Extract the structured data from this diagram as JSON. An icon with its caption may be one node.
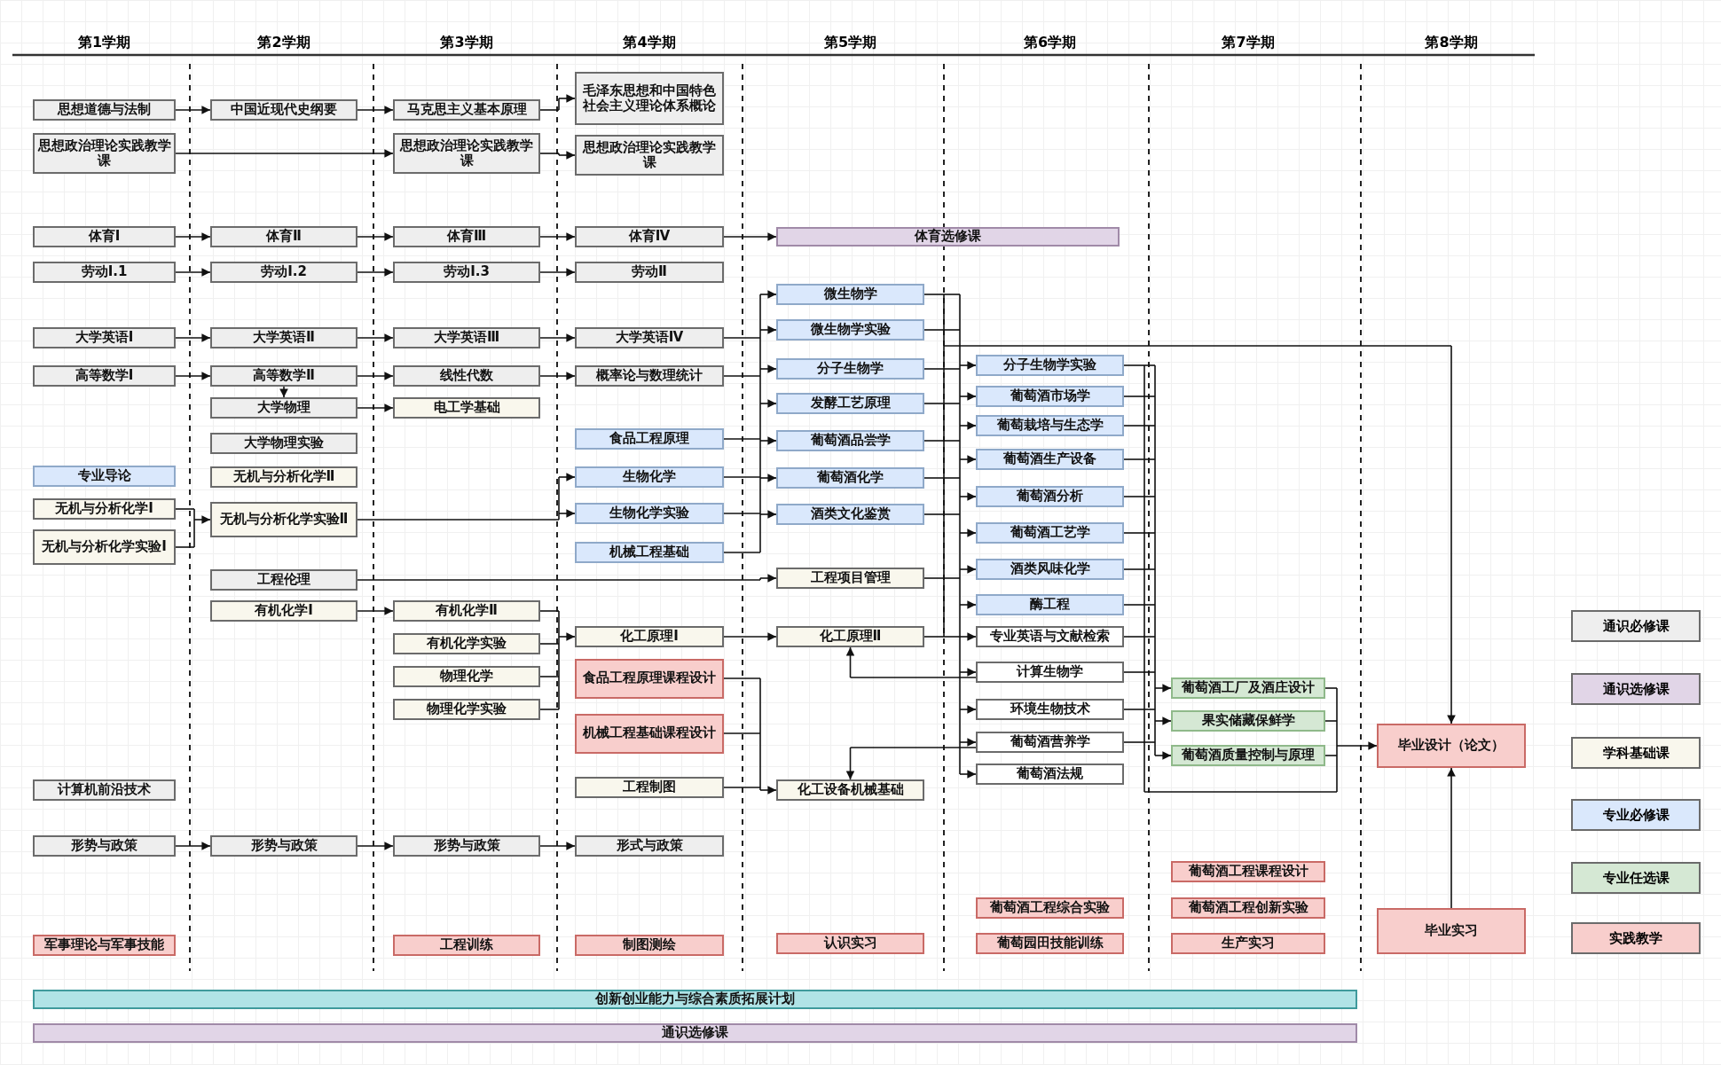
{
  "diagram": {
    "nodes": [
      {
        "text": [
          "思想道德与法制"
        ]
      },
      {
        "text": [
          "思想政治理论实践教学课"
        ]
      },
      {
        "text": [
          "体育Ⅰ"
        ]
      },
      {
        "text": [
          "劳动Ⅰ.1"
        ]
      },
      {
        "text": [
          "大学英语Ⅰ"
        ]
      },
      {
        "text": [
          "高等数学Ⅰ"
        ]
      },
      {
        "text": [
          "专业导论"
        ]
      },
      {
        "text": [
          "无机与分析化学Ⅰ"
        ]
      },
      {
        "text": [
          "无机与分析化学实验Ⅰ"
        ]
      },
      {
        "text": [
          "计算机前沿技术"
        ]
      },
      {
        "text": [
          "形势与政策"
        ]
      },
      {
        "text": [
          "军事理论与军事技能"
        ]
      },
      {
        "text": [
          "中国近现代史纲要"
        ]
      },
      {
        "text": [
          "体育Ⅱ"
        ]
      },
      {
        "text": [
          "劳动Ⅰ.2"
        ]
      },
      {
        "text": [
          "大学英语Ⅱ"
        ]
      },
      {
        "text": [
          "高等数学Ⅱ"
        ]
      },
      {
        "text": [
          "大学物理"
        ]
      },
      {
        "text": [
          "大学物理实验"
        ]
      },
      {
        "text": [
          "无机与分析化学Ⅱ"
        ]
      },
      {
        "text": [
          "无机与分析化学实验Ⅱ"
        ]
      },
      {
        "text": [
          "工程伦理"
        ]
      },
      {
        "text": [
          "有机化学Ⅰ"
        ]
      },
      {
        "text": [
          "形势与政策"
        ]
      },
      {
        "text": [
          "马克思主义基本原理"
        ]
      },
      {
        "text": [
          "思想政治理论实践教学课"
        ]
      },
      {
        "text": [
          "体育Ⅲ"
        ]
      },
      {
        "text": [
          "劳动Ⅰ.3"
        ]
      },
      {
        "text": [
          "大学英语Ⅲ"
        ]
      },
      {
        "text": [
          "线性代数"
        ]
      },
      {
        "text": [
          "电工学基础"
        ]
      },
      {
        "text": [
          "有机化学Ⅱ"
        ]
      },
      {
        "text": [
          "有机化学实验"
        ]
      },
      {
        "text": [
          "物理化学"
        ]
      },
      {
        "text": [
          "物理化学实验"
        ]
      },
      {
        "text": [
          "形势与政策"
        ]
      },
      {
        "text": [
          "工程训练"
        ]
      },
      {
        "text": [
          "毛泽东思想和中国特色社会主义理论体系概论"
        ]
      },
      {
        "text": [
          "思想政治理论实践教学课"
        ]
      },
      {
        "text": [
          "体育Ⅳ"
        ]
      },
      {
        "text": [
          "劳动Ⅱ"
        ]
      },
      {
        "text": [
          "大学英语Ⅳ"
        ]
      },
      {
        "text": [
          "概率论与数理统计"
        ]
      },
      {
        "text": [
          "食品工程原理"
        ]
      },
      {
        "text": [
          "生物化学"
        ]
      },
      {
        "text": [
          "生物化学实验"
        ]
      },
      {
        "text": [
          "机械工程基础"
        ]
      },
      {
        "text": [
          "化工原理Ⅰ"
        ]
      },
      {
        "text": [
          "食品工程原理课程设计"
        ]
      },
      {
        "text": [
          "机械工程基础课程设计"
        ]
      },
      {
        "text": [
          "工程制图"
        ]
      },
      {
        "text": [
          "形式与政策"
        ]
      },
      {
        "text": [
          "制图测绘"
        ]
      },
      {
        "text": [
          "体育选修课"
        ]
      },
      {
        "text": [
          "微生物学"
        ]
      },
      {
        "text": [
          "微生物学实验"
        ]
      },
      {
        "text": [
          "分子生物学"
        ]
      },
      {
        "text": [
          "发酵工艺原理"
        ]
      },
      {
        "text": [
          "葡萄酒品尝学"
        ]
      },
      {
        "text": [
          "葡萄酒化学"
        ]
      },
      {
        "text": [
          "酒类文化鉴赏"
        ]
      },
      {
        "text": [
          "工程项目管理"
        ]
      },
      {
        "text": [
          "化工原理Ⅱ"
        ]
      },
      {
        "text": [
          "化工设备机械基础"
        ]
      },
      {
        "text": [
          "认识实习"
        ]
      },
      {
        "text": [
          "分子生物学实验"
        ]
      },
      {
        "text": [
          "葡萄酒市场学"
        ]
      },
      {
        "text": [
          "葡萄栽培与生态学"
        ]
      },
      {
        "text": [
          "葡萄酒生产设备"
        ]
      },
      {
        "text": [
          "葡萄酒分析"
        ]
      },
      {
        "text": [
          "葡萄酒工艺学"
        ]
      },
      {
        "text": [
          "酒类风味化学"
        ]
      },
      {
        "text": [
          "酶工程"
        ]
      },
      {
        "text": [
          "专业英语与文献检索"
        ]
      },
      {
        "text": [
          "计算生物学"
        ]
      },
      {
        "text": [
          "环境生物技术"
        ]
      },
      {
        "text": [
          "葡萄酒营养学"
        ]
      },
      {
        "text": [
          "葡萄酒法规"
        ]
      },
      {
        "text": [
          "葡萄酒工程综合实验"
        ]
      },
      {
        "text": [
          "葡萄园田技能训练"
        ]
      },
      {
        "text": [
          "葡萄酒工厂及酒庄设计"
        ]
      },
      {
        "text": [
          "果实储藏保鲜学"
        ]
      },
      {
        "text": [
          "葡萄酒质量控制与原理"
        ]
      },
      {
        "text": [
          "葡萄酒工程课程设计"
        ]
      },
      {
        "text": [
          "葡萄酒工程创新实验"
        ]
      },
      {
        "text": [
          "生产实习"
        ]
      },
      {
        "text": [
          "毕业设计（论文）"
        ]
      },
      {
        "text": [
          "毕业实习"
        ]
      },
      {
        "text": [
          "创新创业能力与综合素质拓展计划"
        ]
      },
      {
        "text": [
          "通识选修课"
        ]
      }
    ],
    "edges": [
      {
        "from": 0,
        "to": 12,
        "arrow": "to"
      },
      {
        "from": 12,
        "to": 24,
        "arrow": "to"
      },
      {
        "from": 24,
        "to": 37,
        "arrow": "to"
      },
      {
        "from": 1,
        "to": 25,
        "arrow": "to"
      },
      {
        "from": 25,
        "to": 38,
        "arrow": "to"
      },
      {
        "from": 2,
        "to": 13,
        "arrow": "to"
      },
      {
        "from": 13,
        "to": 26,
        "arrow": "to"
      },
      {
        "from": 26,
        "to": 39,
        "arrow": "to"
      },
      {
        "from": 39,
        "to": 53,
        "arrow": "to"
      },
      {
        "from": 3,
        "to": 14,
        "arrow": "to"
      },
      {
        "from": 14,
        "to": 27,
        "arrow": "to"
      },
      {
        "from": 27,
        "to": 40,
        "arrow": "to"
      },
      {
        "from": 4,
        "to": 15,
        "arrow": "to"
      },
      {
        "from": 15,
        "to": 28,
        "arrow": "to"
      },
      {
        "from": 28,
        "to": 41,
        "arrow": "to"
      },
      {
        "from": 5,
        "to": 16,
        "arrow": "to"
      },
      {
        "from": 16,
        "to": 29,
        "arrow": "to"
      },
      {
        "from": 29,
        "to": 42,
        "arrow": "to"
      },
      {
        "from": 16,
        "to": 17,
        "arrow": "to"
      },
      {
        "from": 17,
        "to": 30,
        "arrow": "to"
      },
      {
        "from": 7,
        "to": 20,
        "arrow": "to"
      },
      {
        "from": 8,
        "to": 20,
        "arrow": "to"
      },
      {
        "from": 20,
        "to": 44,
        "arrow": "to"
      },
      {
        "from": 20,
        "to": 45,
        "arrow": "to"
      },
      {
        "from": 21,
        "to": 61,
        "arrow": "to"
      },
      {
        "from": 22,
        "to": 31,
        "arrow": "to"
      },
      {
        "from": 10,
        "to": 23,
        "arrow": "to"
      },
      {
        "from": 23,
        "to": 35,
        "arrow": "to"
      },
      {
        "from": 35,
        "to": 51,
        "arrow": "to"
      },
      {
        "from": 31,
        "to": 47,
        "arrow": "to"
      },
      {
        "from": 32,
        "to": 47,
        "arrow": "to"
      },
      {
        "from": 33,
        "to": 47,
        "arrow": "to"
      },
      {
        "from": 34,
        "to": 47,
        "arrow": "to"
      },
      {
        "from": 47,
        "to": 62,
        "arrow": "to"
      },
      {
        "from": 48,
        "to": 63,
        "arrow": "to"
      },
      {
        "from": 49,
        "to": 63,
        "arrow": "to"
      },
      {
        "from": 50,
        "to": 63,
        "arrow": "to"
      },
      {
        "from": 74,
        "to": 62,
        "arrow": "to"
      },
      {
        "from": 76,
        "to": 63,
        "arrow": "to"
      },
      {
        "from": 41,
        "to": 54,
        "arrow": "to"
      },
      {
        "from": 41,
        "to": 55,
        "arrow": "to"
      },
      {
        "from": 41,
        "to": 56,
        "arrow": "to"
      },
      {
        "from": 41,
        "to": 57,
        "arrow": "to"
      },
      {
        "from": 41,
        "to": 58,
        "arrow": "to"
      },
      {
        "from": 41,
        "to": 59,
        "arrow": "to"
      },
      {
        "from": 41,
        "to": 60,
        "arrow": "to"
      },
      {
        "from": 42,
        "to": 54,
        "arrow": "to"
      },
      {
        "from": 42,
        "to": 55,
        "arrow": "to"
      },
      {
        "from": 42,
        "to": 56,
        "arrow": "to"
      },
      {
        "from": 42,
        "to": 57,
        "arrow": "to"
      },
      {
        "from": 42,
        "to": 58,
        "arrow": "to"
      },
      {
        "from": 42,
        "to": 59,
        "arrow": "to"
      },
      {
        "from": 42,
        "to": 60,
        "arrow": "to"
      },
      {
        "from": 43,
        "to": 54,
        "arrow": "to"
      },
      {
        "from": 43,
        "to": 55,
        "arrow": "to"
      },
      {
        "from": 43,
        "to": 56,
        "arrow": "to"
      },
      {
        "from": 43,
        "to": 57,
        "arrow": "to"
      },
      {
        "from": 43,
        "to": 58,
        "arrow": "to"
      },
      {
        "from": 43,
        "to": 59,
        "arrow": "to"
      },
      {
        "from": 43,
        "to": 60,
        "arrow": "to"
      },
      {
        "from": 44,
        "to": 54,
        "arrow": "to"
      },
      {
        "from": 44,
        "to": 55,
        "arrow": "to"
      },
      {
        "from": 44,
        "to": 56,
        "arrow": "to"
      },
      {
        "from": 44,
        "to": 57,
        "arrow": "to"
      },
      {
        "from": 44,
        "to": 58,
        "arrow": "to"
      },
      {
        "from": 44,
        "to": 59,
        "arrow": "to"
      },
      {
        "from": 44,
        "to": 60,
        "arrow": "to"
      },
      {
        "from": 45,
        "to": 54,
        "arrow": "to"
      },
      {
        "from": 45,
        "to": 55,
        "arrow": "to"
      },
      {
        "from": 45,
        "to": 56,
        "arrow": "to"
      },
      {
        "from": 45,
        "to": 57,
        "arrow": "to"
      },
      {
        "from": 45,
        "to": 58,
        "arrow": "to"
      },
      {
        "from": 45,
        "to": 59,
        "arrow": "to"
      },
      {
        "from": 45,
        "to": 60,
        "arrow": "to"
      },
      {
        "from": 46,
        "to": 54,
        "arrow": "to"
      },
      {
        "from": 46,
        "to": 55,
        "arrow": "to"
      },
      {
        "from": 46,
        "to": 56,
        "arrow": "to"
      },
      {
        "from": 46,
        "to": 57,
        "arrow": "to"
      },
      {
        "from": 46,
        "to": 58,
        "arrow": "to"
      },
      {
        "from": 46,
        "to": 59,
        "arrow": "to"
      },
      {
        "from": 46,
        "to": 60,
        "arrow": "to"
      },
      {
        "from": 54,
        "to": 65,
        "arrow": "to"
      },
      {
        "from": 54,
        "to": 66,
        "arrow": "to"
      },
      {
        "from": 54,
        "to": 67,
        "arrow": "to"
      },
      {
        "from": 54,
        "to": 68,
        "arrow": "to"
      },
      {
        "from": 54,
        "to": 69,
        "arrow": "to"
      },
      {
        "from": 54,
        "to": 70,
        "arrow": "to"
      },
      {
        "from": 54,
        "to": 71,
        "arrow": "to"
      },
      {
        "from": 54,
        "to": 72,
        "arrow": "to"
      },
      {
        "from": 54,
        "to": 73,
        "arrow": "to"
      },
      {
        "from": 54,
        "to": 74,
        "arrow": "to"
      },
      {
        "from": 54,
        "to": 75,
        "arrow": "to"
      },
      {
        "from": 54,
        "to": 76,
        "arrow": "to"
      },
      {
        "from": 54,
        "to": 77,
        "arrow": "to"
      },
      {
        "from": 55,
        "to": 65,
        "arrow": "to"
      },
      {
        "from": 55,
        "to": 66,
        "arrow": "to"
      },
      {
        "from": 55,
        "to": 67,
        "arrow": "to"
      },
      {
        "from": 55,
        "to": 68,
        "arrow": "to"
      },
      {
        "from": 55,
        "to": 69,
        "arrow": "to"
      },
      {
        "from": 55,
        "to": 70,
        "arrow": "to"
      },
      {
        "from": 55,
        "to": 71,
        "arrow": "to"
      },
      {
        "from": 55,
        "to": 72,
        "arrow": "to"
      },
      {
        "from": 55,
        "to": 73,
        "arrow": "to"
      },
      {
        "from": 55,
        "to": 74,
        "arrow": "to"
      },
      {
        "from": 55,
        "to": 75,
        "arrow": "to"
      },
      {
        "from": 55,
        "to": 76,
        "arrow": "to"
      },
      {
        "from": 55,
        "to": 77,
        "arrow": "to"
      },
      {
        "from": 56,
        "to": 65,
        "arrow": "to"
      },
      {
        "from": 56,
        "to": 66,
        "arrow": "to"
      },
      {
        "from": 56,
        "to": 67,
        "arrow": "to"
      },
      {
        "from": 56,
        "to": 68,
        "arrow": "to"
      },
      {
        "from": 56,
        "to": 69,
        "arrow": "to"
      },
      {
        "from": 56,
        "to": 70,
        "arrow": "to"
      },
      {
        "from": 56,
        "to": 71,
        "arrow": "to"
      },
      {
        "from": 56,
        "to": 72,
        "arrow": "to"
      },
      {
        "from": 56,
        "to": 73,
        "arrow": "to"
      },
      {
        "from": 56,
        "to": 74,
        "arrow": "to"
      },
      {
        "from": 56,
        "to": 75,
        "arrow": "to"
      },
      {
        "from": 56,
        "to": 76,
        "arrow": "to"
      },
      {
        "from": 56,
        "to": 77,
        "arrow": "to"
      },
      {
        "from": 57,
        "to": 65,
        "arrow": "to"
      },
      {
        "from": 57,
        "to": 66,
        "arrow": "to"
      },
      {
        "from": 57,
        "to": 67,
        "arrow": "to"
      },
      {
        "from": 57,
        "to": 68,
        "arrow": "to"
      },
      {
        "from": 57,
        "to": 69,
        "arrow": "to"
      },
      {
        "from": 57,
        "to": 70,
        "arrow": "to"
      },
      {
        "from": 57,
        "to": 71,
        "arrow": "to"
      },
      {
        "from": 57,
        "to": 72,
        "arrow": "to"
      },
      {
        "from": 57,
        "to": 73,
        "arrow": "to"
      },
      {
        "from": 57,
        "to": 74,
        "arrow": "to"
      },
      {
        "from": 57,
        "to": 75,
        "arrow": "to"
      },
      {
        "from": 57,
        "to": 76,
        "arrow": "to"
      },
      {
        "from": 57,
        "to": 77,
        "arrow": "to"
      },
      {
        "from": 58,
        "to": 65,
        "arrow": "to"
      },
      {
        "from": 58,
        "to": 66,
        "arrow": "to"
      },
      {
        "from": 58,
        "to": 67,
        "arrow": "to"
      },
      {
        "from": 58,
        "to": 68,
        "arrow": "to"
      },
      {
        "from": 58,
        "to": 69,
        "arrow": "to"
      },
      {
        "from": 58,
        "to": 70,
        "arrow": "to"
      },
      {
        "from": 58,
        "to": 71,
        "arrow": "to"
      },
      {
        "from": 58,
        "to": 72,
        "arrow": "to"
      },
      {
        "from": 58,
        "to": 73,
        "arrow": "to"
      },
      {
        "from": 58,
        "to": 74,
        "arrow": "to"
      },
      {
        "from": 58,
        "to": 75,
        "arrow": "to"
      },
      {
        "from": 58,
        "to": 76,
        "arrow": "to"
      },
      {
        "from": 58,
        "to": 77,
        "arrow": "to"
      },
      {
        "from": 59,
        "to": 65,
        "arrow": "to"
      },
      {
        "from": 59,
        "to": 66,
        "arrow": "to"
      },
      {
        "from": 59,
        "to": 67,
        "arrow": "to"
      },
      {
        "from": 59,
        "to": 68,
        "arrow": "to"
      },
      {
        "from": 59,
        "to": 69,
        "arrow": "to"
      },
      {
        "from": 59,
        "to": 70,
        "arrow": "to"
      },
      {
        "from": 59,
        "to": 71,
        "arrow": "to"
      },
      {
        "from": 59,
        "to": 72,
        "arrow": "to"
      },
      {
        "from": 59,
        "to": 73,
        "arrow": "to"
      },
      {
        "from": 59,
        "to": 74,
        "arrow": "to"
      },
      {
        "from": 59,
        "to": 75,
        "arrow": "to"
      },
      {
        "from": 59,
        "to": 76,
        "arrow": "to"
      },
      {
        "from": 59,
        "to": 77,
        "arrow": "to"
      },
      {
        "from": 60,
        "to": 65,
        "arrow": "to"
      },
      {
        "from": 60,
        "to": 66,
        "arrow": "to"
      },
      {
        "from": 60,
        "to": 67,
        "arrow": "to"
      },
      {
        "from": 60,
        "to": 68,
        "arrow": "to"
      },
      {
        "from": 60,
        "to": 69,
        "arrow": "to"
      },
      {
        "from": 60,
        "to": 70,
        "arrow": "to"
      },
      {
        "from": 60,
        "to": 71,
        "arrow": "to"
      },
      {
        "from": 60,
        "to": 72,
        "arrow": "to"
      },
      {
        "from": 60,
        "to": 73,
        "arrow": "to"
      },
      {
        "from": 60,
        "to": 74,
        "arrow": "to"
      },
      {
        "from": 60,
        "to": 75,
        "arrow": "to"
      },
      {
        "from": 60,
        "to": 76,
        "arrow": "to"
      },
      {
        "from": 60,
        "to": 77,
        "arrow": "to"
      },
      {
        "from": 61,
        "to": 65,
        "arrow": "to"
      },
      {
        "from": 61,
        "to": 66,
        "arrow": "to"
      },
      {
        "from": 61,
        "to": 67,
        "arrow": "to"
      },
      {
        "from": 61,
        "to": 68,
        "arrow": "to"
      },
      {
        "from": 61,
        "to": 69,
        "arrow": "to"
      },
      {
        "from": 61,
        "to": 70,
        "arrow": "to"
      },
      {
        "from": 61,
        "to": 71,
        "arrow": "to"
      },
      {
        "from": 61,
        "to": 72,
        "arrow": "to"
      },
      {
        "from": 61,
        "to": 73,
        "arrow": "to"
      },
      {
        "from": 61,
        "to": 74,
        "arrow": "to"
      },
      {
        "from": 61,
        "to": 75,
        "arrow": "to"
      },
      {
        "from": 61,
        "to": 76,
        "arrow": "to"
      },
      {
        "from": 61,
        "to": 77,
        "arrow": "to"
      },
      {
        "from": 62,
        "to": 65,
        "arrow": "to"
      },
      {
        "from": 62,
        "to": 66,
        "arrow": "to"
      },
      {
        "from": 62,
        "to": 67,
        "arrow": "to"
      },
      {
        "from": 62,
        "to": 68,
        "arrow": "to"
      },
      {
        "from": 62,
        "to": 69,
        "arrow": "to"
      },
      {
        "from": 62,
        "to": 70,
        "arrow": "to"
      },
      {
        "from": 62,
        "to": 71,
        "arrow": "to"
      },
      {
        "from": 62,
        "to": 72,
        "arrow": "to"
      },
      {
        "from": 62,
        "to": 73,
        "arrow": "to"
      },
      {
        "from": 62,
        "to": 74,
        "arrow": "to"
      },
      {
        "from": 62,
        "to": 75,
        "arrow": "to"
      },
      {
        "from": 62,
        "to": 76,
        "arrow": "to"
      },
      {
        "from": 62,
        "to": 77,
        "arrow": "to"
      },
      {
        "from": 54,
        "to": 86,
        "arrow": "to"
      },
      {
        "from": 55,
        "to": 86,
        "arrow": "to"
      },
      {
        "from": 56,
        "to": 86,
        "arrow": "to"
      },
      {
        "from": 57,
        "to": 86,
        "arrow": "to"
      },
      {
        "from": 58,
        "to": 86,
        "arrow": "to"
      },
      {
        "from": 59,
        "to": 86,
        "arrow": "to"
      },
      {
        "from": 60,
        "to": 86,
        "arrow": "to"
      },
      {
        "from": 61,
        "to": 86,
        "arrow": "to"
      },
      {
        "from": 62,
        "to": 86,
        "arrow": "to"
      },
      {
        "from": 65,
        "to": 80,
        "arrow": "to"
      },
      {
        "from": 65,
        "to": 81,
        "arrow": "to"
      },
      {
        "from": 65,
        "to": 82,
        "arrow": "to"
      },
      {
        "from": 66,
        "to": 80,
        "arrow": "to"
      },
      {
        "from": 66,
        "to": 81,
        "arrow": "to"
      },
      {
        "from": 66,
        "to": 82,
        "arrow": "to"
      },
      {
        "from": 67,
        "to": 80,
        "arrow": "to"
      },
      {
        "from": 67,
        "to": 81,
        "arrow": "to"
      },
      {
        "from": 67,
        "to": 82,
        "arrow": "to"
      },
      {
        "from": 68,
        "to": 80,
        "arrow": "to"
      },
      {
        "from": 68,
        "to": 81,
        "arrow": "to"
      },
      {
        "from": 68,
        "to": 82,
        "arrow": "to"
      },
      {
        "from": 69,
        "to": 80,
        "arrow": "to"
      },
      {
        "from": 69,
        "to": 81,
        "arrow": "to"
      },
      {
        "from": 69,
        "to": 82,
        "arrow": "to"
      },
      {
        "from": 70,
        "to": 80,
        "arrow": "to"
      },
      {
        "from": 70,
        "to": 81,
        "arrow": "to"
      },
      {
        "from": 70,
        "to": 82,
        "arrow": "to"
      },
      {
        "from": 71,
        "to": 80,
        "arrow": "to"
      },
      {
        "from": 71,
        "to": 81,
        "arrow": "to"
      },
      {
        "from": 71,
        "to": 82,
        "arrow": "to"
      },
      {
        "from": 72,
        "to": 80,
        "arrow": "to"
      },
      {
        "from": 72,
        "to": 81,
        "arrow": "to"
      },
      {
        "from": 72,
        "to": 82,
        "arrow": "to"
      },
      {
        "from": 73,
        "to": 80,
        "arrow": "to"
      },
      {
        "from": 73,
        "to": 81,
        "arrow": "to"
      },
      {
        "from": 73,
        "to": 82,
        "arrow": "to"
      },
      {
        "from": 74,
        "to": 80,
        "arrow": "to"
      },
      {
        "from": 74,
        "to": 81,
        "arrow": "to"
      },
      {
        "from": 74,
        "to": 82,
        "arrow": "to"
      },
      {
        "from": 75,
        "to": 80,
        "arrow": "to"
      },
      {
        "from": 75,
        "to": 81,
        "arrow": "to"
      },
      {
        "from": 75,
        "to": 82,
        "arrow": "to"
      },
      {
        "from": 76,
        "to": 80,
        "arrow": "to"
      },
      {
        "from": 76,
        "to": 81,
        "arrow": "to"
      },
      {
        "from": 76,
        "to": 82,
        "arrow": "to"
      },
      {
        "from": 65,
        "to": 86,
        "arrow": "to"
      },
      {
        "from": 66,
        "to": 86,
        "arrow": "to"
      },
      {
        "from": 67,
        "to": 86,
        "arrow": "to"
      },
      {
        "from": 68,
        "to": 86,
        "arrow": "to"
      },
      {
        "from": 69,
        "to": 86,
        "arrow": "to"
      },
      {
        "from": 70,
        "to": 86,
        "arrow": "to"
      },
      {
        "from": 71,
        "to": 86,
        "arrow": "to"
      },
      {
        "from": 72,
        "to": 86,
        "arrow": "to"
      },
      {
        "from": 73,
        "to": 86,
        "arrow": "to"
      },
      {
        "from": 74,
        "to": 86,
        "arrow": "to"
      },
      {
        "from": 75,
        "to": 86,
        "arrow": "to"
      },
      {
        "from": 76,
        "to": 86,
        "arrow": "to"
      },
      {
        "from": 80,
        "to": 86,
        "arrow": "to"
      },
      {
        "from": 81,
        "to": 86,
        "arrow": "to"
      },
      {
        "from": 82,
        "to": 86,
        "arrow": "to"
      },
      {
        "from": 87,
        "to": 86,
        "arrow": "to"
      }
    ],
    "labels": [
      "第1学期",
      "第2学期",
      "第3学期",
      "第4学期",
      "第5学期",
      "第6学期",
      "第7学期",
      "第8学期"
    ],
    "legend": [
      {
        "text": "通识必修课",
        "color": "#eeeeee"
      },
      {
        "text": "通识选修课",
        "color": "#e1d5e7"
      },
      {
        "text": "学科基础课",
        "color": "#f9f7ed"
      },
      {
        "text": "专业必修课",
        "color": "#dae8fc"
      },
      {
        "text": "专业任选课",
        "color": "#d5e8d4"
      },
      {
        "text": "实践教学",
        "color": "#f8cecc"
      }
    ]
  }
}
